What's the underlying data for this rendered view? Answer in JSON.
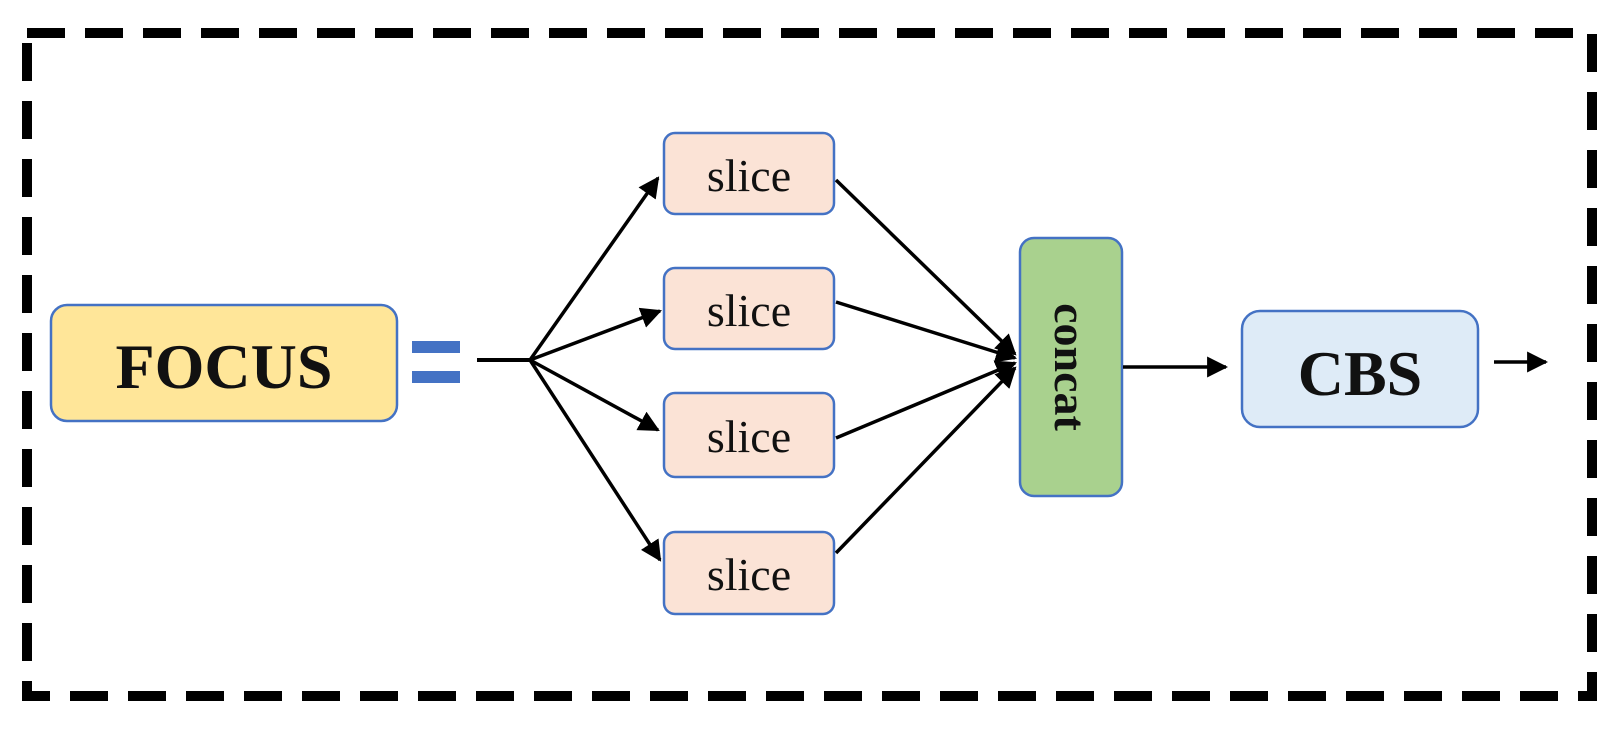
{
  "diagram": {
    "focus_label": "FOCUS",
    "slice_labels": [
      "slice",
      "slice",
      "slice",
      "slice"
    ],
    "concat_label": "concat",
    "cbs_label": "CBS"
  },
  "colors": {
    "focus_fill": "#ffe699",
    "slice_fill": "#fbe3d6",
    "concat_fill": "#a9d18e",
    "cbs_fill": "#deebf7",
    "box_border": "#4472c4",
    "equals_sign": "#4472c4",
    "arrow": "#000000",
    "frame": "#000000"
  }
}
